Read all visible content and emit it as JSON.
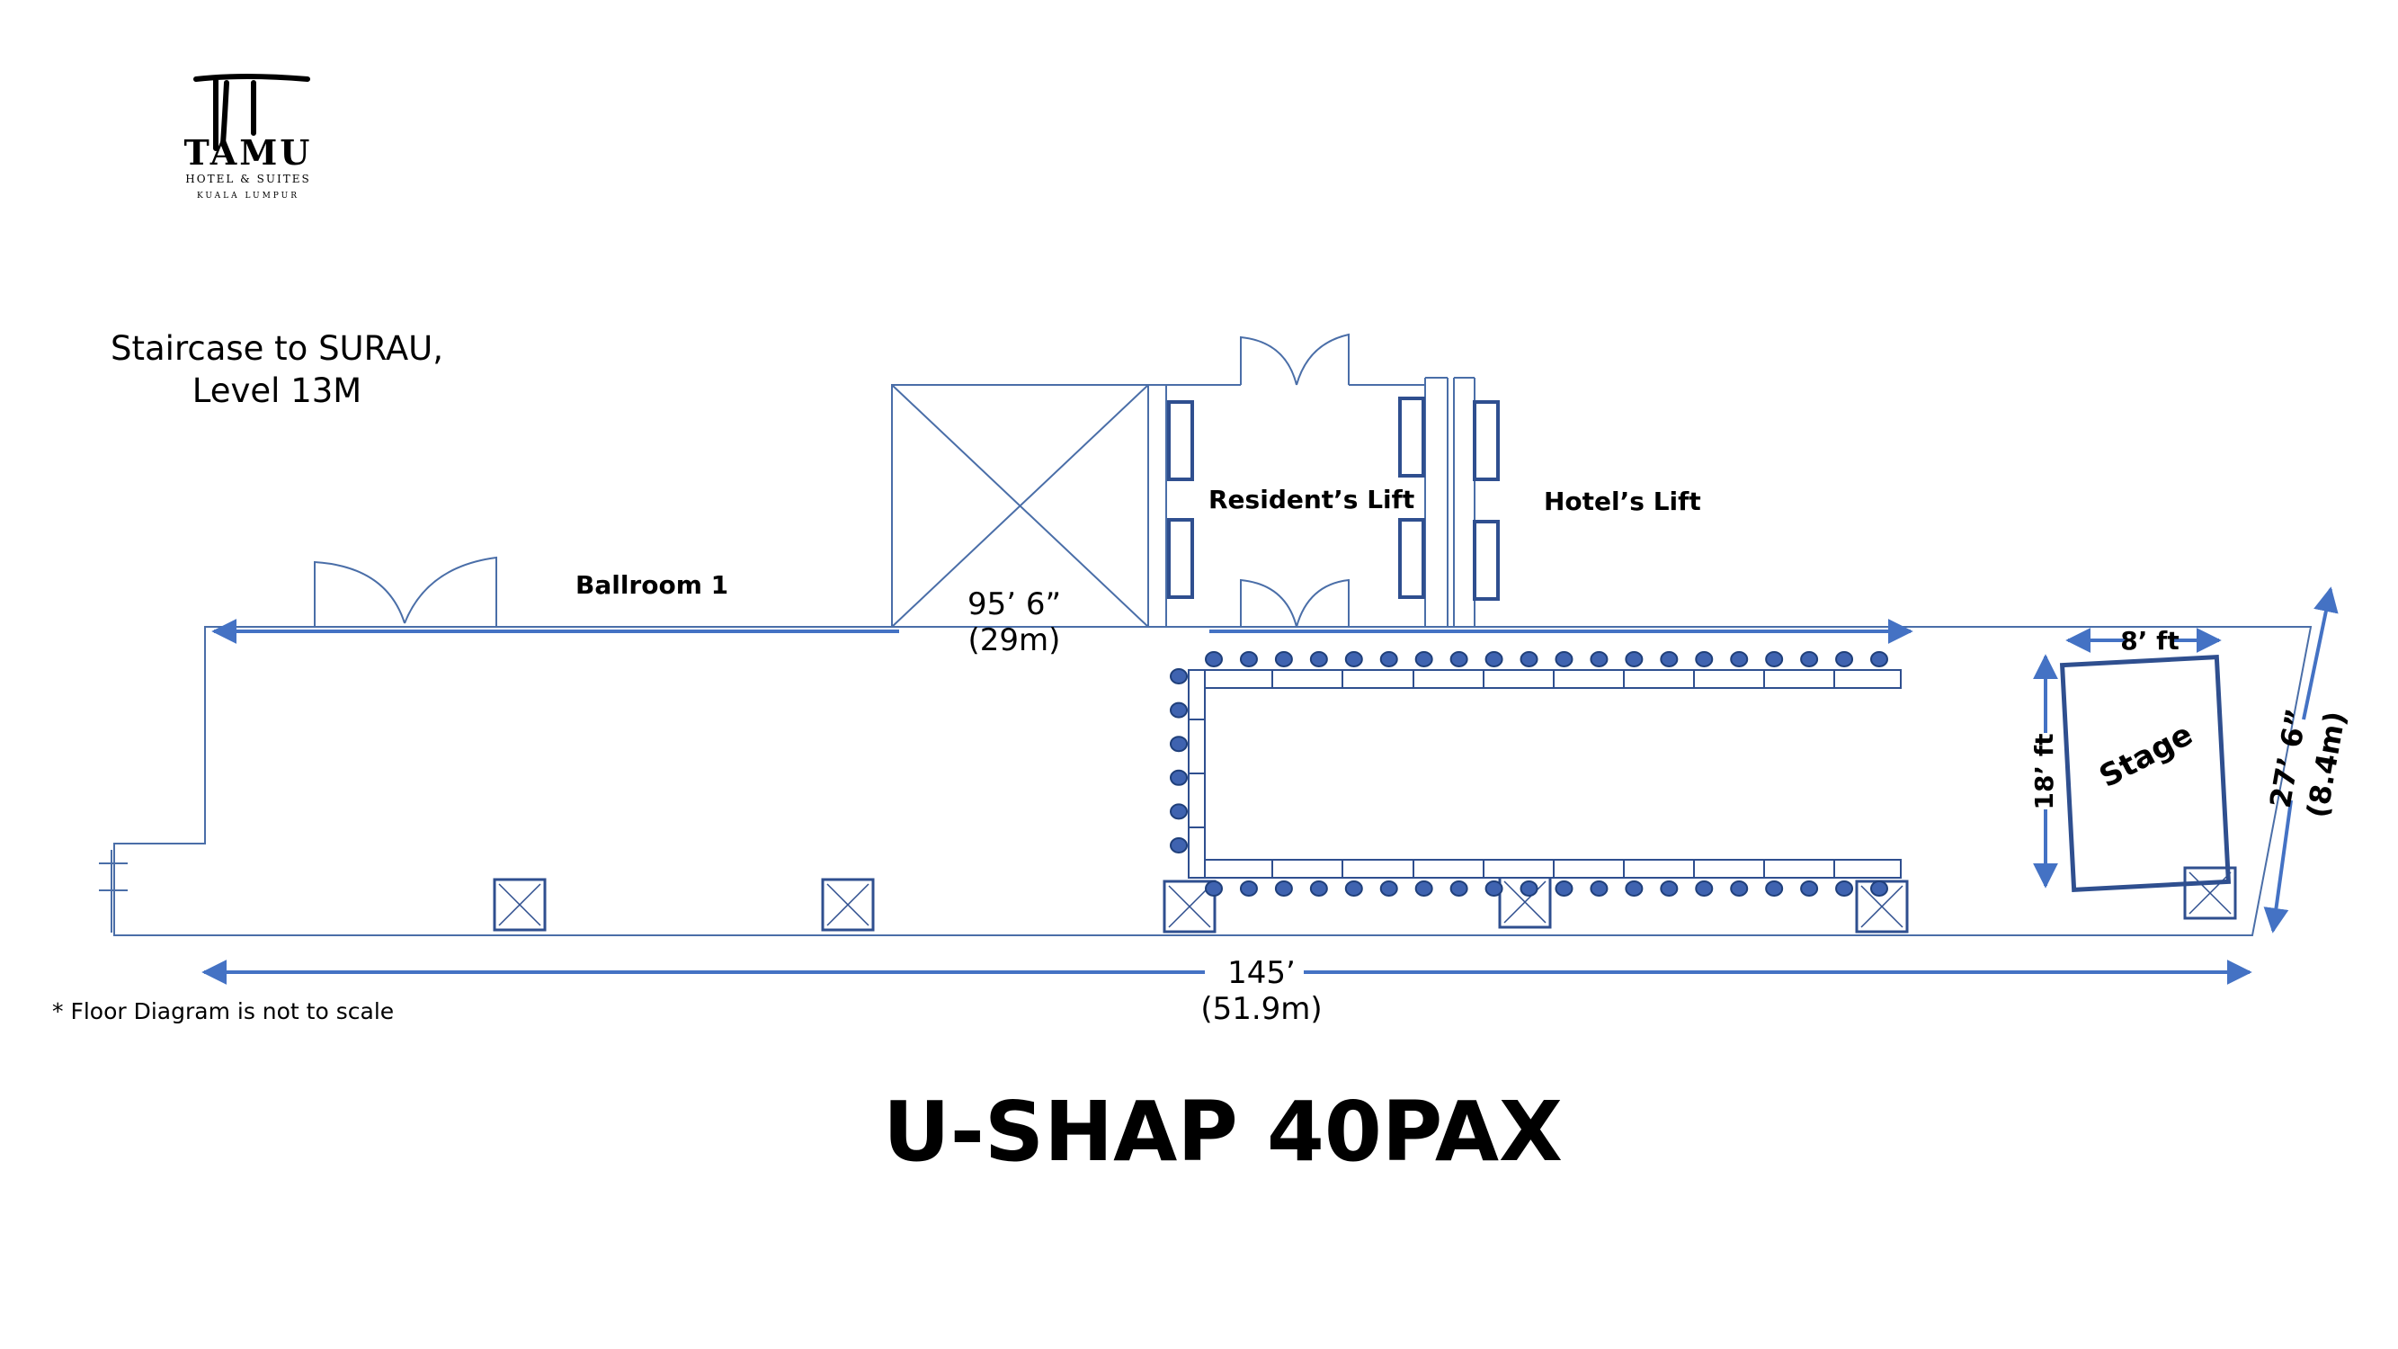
{
  "logo": {
    "name": "TAMU",
    "line1": "HOTEL & SUITES",
    "line2": "KUALA LUMPUR"
  },
  "labels": {
    "staircase_line1": "Staircase to SURAU,",
    "staircase_line2": "Level 13M",
    "ballroom": "Ballroom 1",
    "residents_lift": "Resident’s Lift",
    "hotels_lift": "Hotel’s Lift",
    "stage": "Stage",
    "note": "* Floor Diagram is not to scale",
    "title": "U-SHAP 40PAX"
  },
  "dimensions": {
    "upper_ft": "95’ 6”",
    "upper_m": "(29m)",
    "total_ft": "145’",
    "total_m": "(51.9m)",
    "stage_width": "8’ ft",
    "stage_depth": "18’ ft",
    "right_ft": "27’ 6”",
    "right_m": "(8.4m)"
  },
  "layout": {
    "style": "U-shape",
    "pax": 40,
    "top_row_chairs": 20,
    "bottom_row_chairs": 20,
    "left_column_chairs": 6,
    "columns_count": 6
  },
  "colors": {
    "wall": "#4a6ea8",
    "arrow": "#4472c4",
    "chair_fill": "#3f63b0",
    "chair_stroke": "#1f3f7a",
    "stage_stroke": "#2f4f8f",
    "column": "#2f4f8f"
  }
}
